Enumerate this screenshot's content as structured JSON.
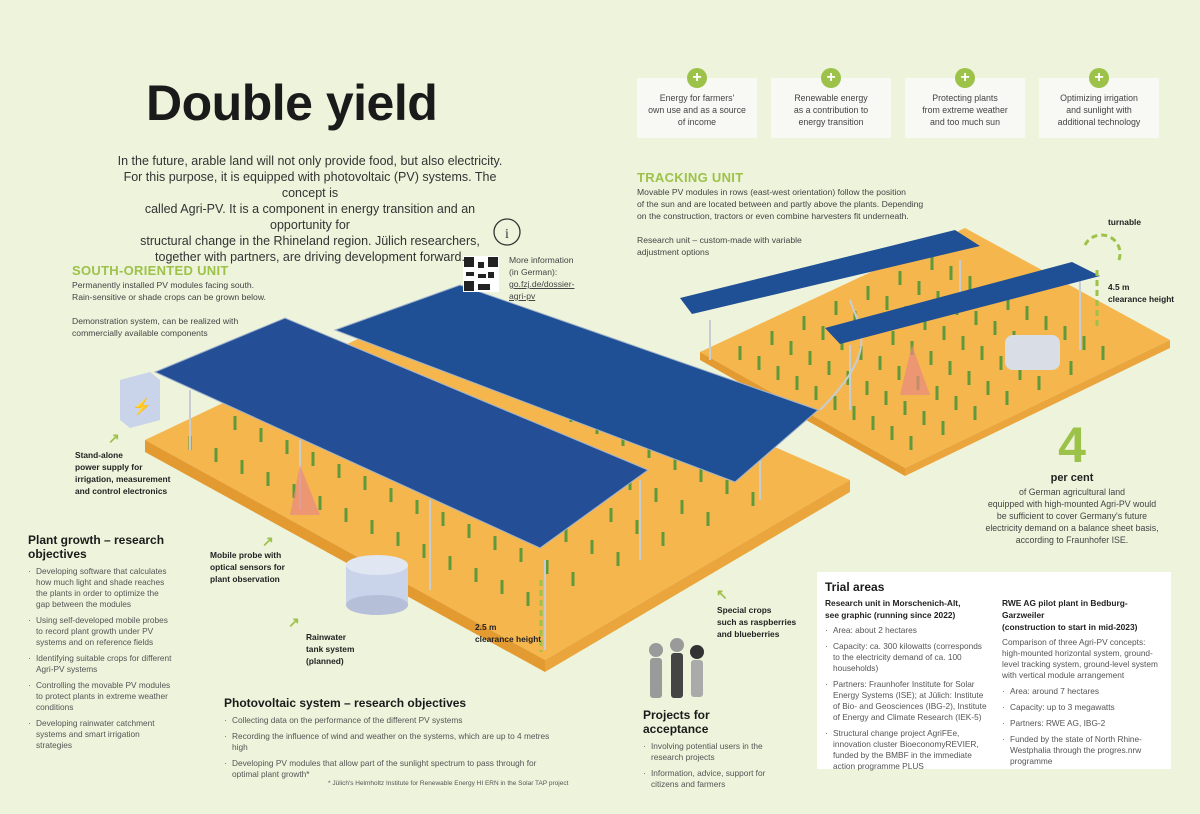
{
  "title": "Double yield",
  "intro": [
    "In the future, arable land will not only provide food, but also electricity.",
    "For this purpose, it is equipped with photovoltaic (PV) systems. The concept is",
    "called Agri-PV. It is a component in energy transition and an opportunity for",
    "structural change in the Rhineland region. Jülich researchers,",
    "together with partners, are driving development forward."
  ],
  "more_info": {
    "icon": "info-icon",
    "lines": [
      "More information",
      "(in German):"
    ],
    "link": [
      "go.fzj.de/dossier-",
      "agri-pv"
    ]
  },
  "benefits": [
    {
      "icon": "plus-icon",
      "text": [
        "Energy for farmers'",
        "own use and as a source",
        "of income"
      ]
    },
    {
      "icon": "plus-icon",
      "text": [
        "Renewable energy",
        "as a contribution to",
        "energy transition"
      ]
    },
    {
      "icon": "plus-icon",
      "text": [
        "Protecting plants",
        "from extreme weather",
        "and too much sun"
      ]
    },
    {
      "icon": "plus-icon",
      "text": [
        "Optimizing irrigation",
        "and sunlight with",
        "additional technology"
      ]
    }
  ],
  "south": {
    "heading": "SOUTH-ORIENTED UNIT",
    "text": [
      "Permanently installed PV modules facing south.",
      "Rain-sensitive or shade crops can be grown below."
    ],
    "text2": [
      "Demonstration system, can be realized with",
      "commercially available components"
    ]
  },
  "tracking": {
    "heading": "TRACKING UNIT",
    "text": [
      "Movable PV modules in rows (east-west orientation) follow the position",
      "of the sun and are located between and partly above the plants. Depending",
      "on the construction, tractors or even combine harvesters fit underneath."
    ],
    "text2": [
      "Research unit – custom-made with variable",
      "adjustment options"
    ]
  },
  "labels": {
    "turnable": "turnable",
    "clearance_45": [
      "4.5 m",
      "clearance height"
    ],
    "clearance_25": [
      "2.5 m",
      "clearance height"
    ],
    "power": [
      "Stand-alone",
      "power supply for",
      "irrigation, measurement",
      "and control electronics"
    ],
    "probe": [
      "Mobile probe with",
      "optical sensors for",
      "plant observation"
    ],
    "tank": [
      "Rainwater",
      "tank system",
      "(planned)"
    ],
    "crops": [
      "Special crops",
      "such as raspberries",
      "and blueberries"
    ]
  },
  "stat": {
    "value": "4",
    "unit": "per cent",
    "text": [
      "of German agricultural land",
      "equipped with high-mounted Agri-PV would",
      "be sufficient to cover Germany's future",
      "electricity demand on a balance sheet basis,",
      "according to Fraunhofer ISE."
    ]
  },
  "plant_growth": {
    "heading": [
      "Plant growth – research",
      "objectives"
    ],
    "items": [
      "Developing software that calculates how much light and shade reaches the plants in order to optimize the gap between the modules",
      "Using self-developed mobile probes to record plant growth under PV systems and on reference fields",
      "Identifying suitable crops for different Agri-PV systems",
      "Controlling the movable PV modules to protect plants in extreme weather conditions",
      "Developing rainwater catchment systems and smart irrigation strategies"
    ]
  },
  "pv_objectives": {
    "heading": "Photovoltaic system – research objectives",
    "items": [
      "Collecting data on the performance of the different PV systems",
      "Recording the influence of wind and weather on the systems, which are up to 4 metres high",
      "Developing PV modules that allow part of the sunlight spectrum to pass through for optimal plant growth*"
    ]
  },
  "acceptance": {
    "heading": "Projects for acceptance",
    "items": [
      "Involving potential users in the research projects",
      "Information, advice, support for citizens and farmers"
    ]
  },
  "trial": {
    "heading": "Trial areas",
    "left": {
      "title": [
        "Research unit in Morschenich-Alt,",
        "see graphic (running since 2022)"
      ],
      "items": [
        "Area: about 2 hectares",
        "Capacity: ca. 300 kilowatts (corresponds to the electricity demand of ca. 100 households)",
        "Partners: Fraunhofer Institute for Solar Energy Systems (ISE); at Jülich: Institute of Bio- and Geosciences (IBG-2), Institute of Energy and Climate Research (IEK-5)",
        "Structural change project AgriFEe, innovation cluster BioeconomyREVIER, funded by the BMBF in the immediate action programme PLUS"
      ]
    },
    "right": {
      "title": [
        "RWE AG pilot plant in Bedburg-Garzweiler",
        "(construction to start in mid-2023)"
      ],
      "intro": "Comparison of three Agri-PV concepts: high-mounted horizontal system, ground-level tracking system, ground-level system with vertical module arrangement",
      "items": [
        "Area: around 7 hectares",
        "Capacity: up to 3 megawatts",
        "Partners: RWE AG, IBG-2",
        "Funded by the state of North Rhine-Westphalia through the progres.nrw programme"
      ]
    }
  },
  "footnote": "* Jülich's Helmholtz Institute for Renewable Energy HI ERN in the Solar TAP project",
  "colors": {
    "background": "#eef3dc",
    "accent": "#9dc24a",
    "ground": "#f5b64e",
    "panel": "#1f4f94"
  }
}
